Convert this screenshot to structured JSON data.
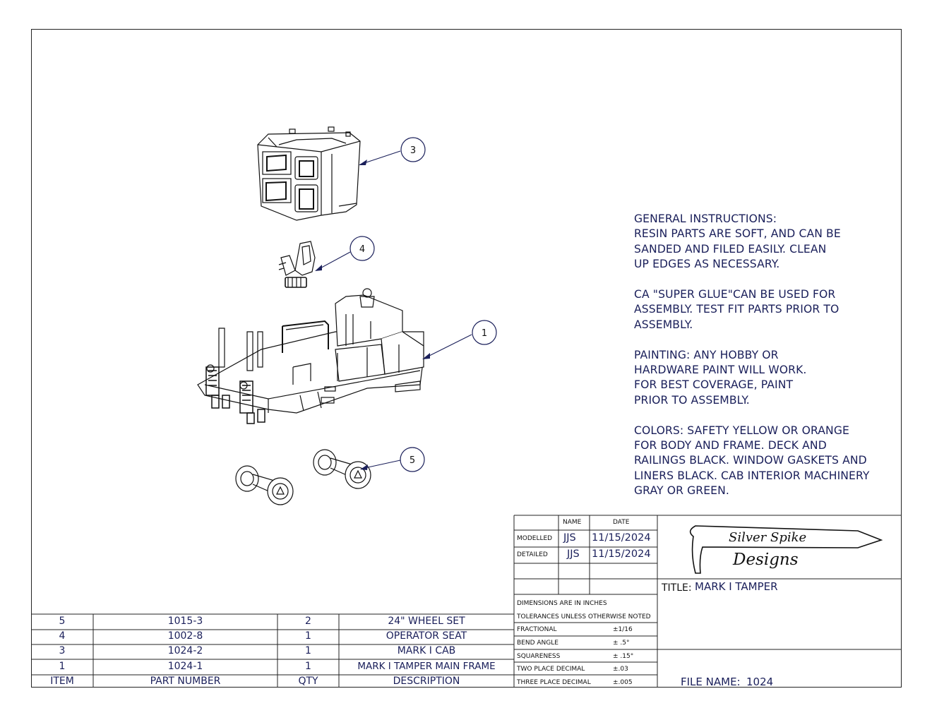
{
  "notes": {
    "instructions": "GENERAL INSTRUCTIONS:\nRESIN PARTS ARE SOFT, AND CAN BE\nSANDED AND FILED EASILY.  CLEAN\nUP EDGES AS NECESSARY.",
    "glue": "CA \"SUPER GLUE\"CAN BE USED FOR\nASSEMBLY. TEST FIT PARTS PRIOR TO\nASSEMBLY.",
    "painting": "PAINTING:  ANY HOBBY OR\nHARDWARE PAINT WILL WORK.\nFOR BEST COVERAGE, PAINT\nPRIOR TO ASSEMBLY.",
    "colors": "COLORS:  SAFETY YELLOW OR ORANGE\nFOR BODY AND FRAME.  DECK AND\nRAILINGS BLACK.  WINDOW GASKETS AND\nLINERS BLACK.  CAB INTERIOR MACHINERY\nGRAY OR GREEN."
  },
  "callouts": [
    "3",
    "4",
    "1",
    "5"
  ],
  "bom": {
    "headers": {
      "item": "ITEM",
      "part": "PART NUMBER",
      "qty": "QTY",
      "desc": "DESCRIPTION"
    },
    "rows": [
      {
        "item": "5",
        "part": "1015-3",
        "qty": "2",
        "desc": "24\" WHEEL SET"
      },
      {
        "item": "4",
        "part": "1002-8",
        "qty": "1",
        "desc": "OPERATOR SEAT"
      },
      {
        "item": "3",
        "part": "1024-2",
        "qty": "1",
        "desc": "MARK I CAB"
      },
      {
        "item": "1",
        "part": "1024-1",
        "qty": "1",
        "desc": "MARK I TAMPER MAIN FRAME"
      }
    ]
  },
  "title_block": {
    "name_header": "NAME",
    "date_header": "DATE",
    "modelled_label": "MODELLED",
    "modelled_name": "JJS",
    "modelled_date": "11/15/2024",
    "detailed_label": "DETAILED",
    "detailed_name": "JJS",
    "detailed_date": "11/15/2024",
    "dims_note": "DIMENSIONS ARE IN INCHES",
    "tol_note": "TOLERANCES UNLESS OTHERWISE NOTED",
    "tolerances": [
      {
        "label": "FRACTIONAL",
        "value": "±1/16"
      },
      {
        "label": "BEND ANGLE",
        "value": "± .5°"
      },
      {
        "label": "SQUARENESS",
        "value": "± .15°"
      },
      {
        "label": "TWO PLACE DECIMAL",
        "value": "±.03"
      },
      {
        "label": "THREE PLACE DECIMAL",
        "value": "±.005"
      }
    ],
    "logo_line1": "Silver Spike",
    "logo_line2": "Designs",
    "title_label": "TITLE:",
    "title_value": "MARK I TAMPER",
    "file_label": "FILE NAME:",
    "file_value": "1024"
  }
}
